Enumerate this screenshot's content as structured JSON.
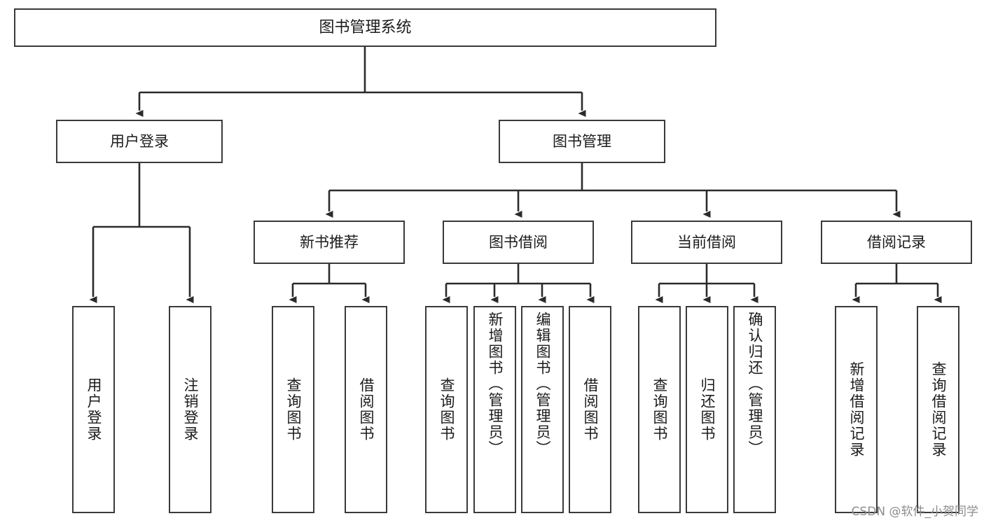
{
  "diagram": {
    "title": "图书管理系统",
    "type": "functional-structure-tree",
    "orientation": "top-down",
    "watermark": "CSDN @软件_小贺同学",
    "colors": {
      "box_border": "#3a3a3a",
      "box_fill": "#ffffff",
      "edge": "#2b2b2b",
      "text": "#1b1b1b",
      "watermark": "#8d8d8d",
      "background": "#ffffff"
    },
    "levels": {
      "root": {
        "label": "图书管理系统"
      },
      "level2": [
        {
          "id": "user-login",
          "label": "用户登录"
        },
        {
          "id": "book-management",
          "label": "图书管理"
        }
      ],
      "level3": [
        {
          "id": "new-book-recommend",
          "label": "新书推荐",
          "parent": "book-management"
        },
        {
          "id": "book-borrow",
          "label": "图书借阅",
          "parent": "book-management"
        },
        {
          "id": "current-borrow",
          "label": "当前借阅",
          "parent": "book-management"
        },
        {
          "id": "borrow-record",
          "label": "借阅记录",
          "parent": "book-management"
        }
      ],
      "leaves": [
        {
          "id": "leaf-user-login",
          "label": "用户登录",
          "parent": "user-login"
        },
        {
          "id": "leaf-logout",
          "label": "注销登录",
          "parent": "user-login"
        },
        {
          "id": "leaf-query-book-1",
          "label": "查询图书",
          "parent": "new-book-recommend"
        },
        {
          "id": "leaf-borrow-book-1",
          "label": "借阅图书",
          "parent": "new-book-recommend"
        },
        {
          "id": "leaf-query-book-2",
          "label": "查询图书",
          "parent": "book-borrow"
        },
        {
          "id": "leaf-add-book",
          "label": "新增图书（管理员）",
          "parent": "book-borrow"
        },
        {
          "id": "leaf-edit-book",
          "label": "编辑图书（管理员）",
          "parent": "book-borrow"
        },
        {
          "id": "leaf-borrow-book-2",
          "label": "借阅图书",
          "parent": "book-borrow"
        },
        {
          "id": "leaf-query-book-3",
          "label": "查询图书",
          "parent": "current-borrow"
        },
        {
          "id": "leaf-return-book",
          "label": "归还图书",
          "parent": "current-borrow"
        },
        {
          "id": "leaf-confirm-return",
          "label": "确认归还（管理员）",
          "parent": "current-borrow"
        },
        {
          "id": "leaf-add-record",
          "label": "新增借阅记录",
          "parent": "borrow-record"
        },
        {
          "id": "leaf-query-record",
          "label": "查询借阅记录",
          "parent": "borrow-record"
        }
      ]
    }
  }
}
